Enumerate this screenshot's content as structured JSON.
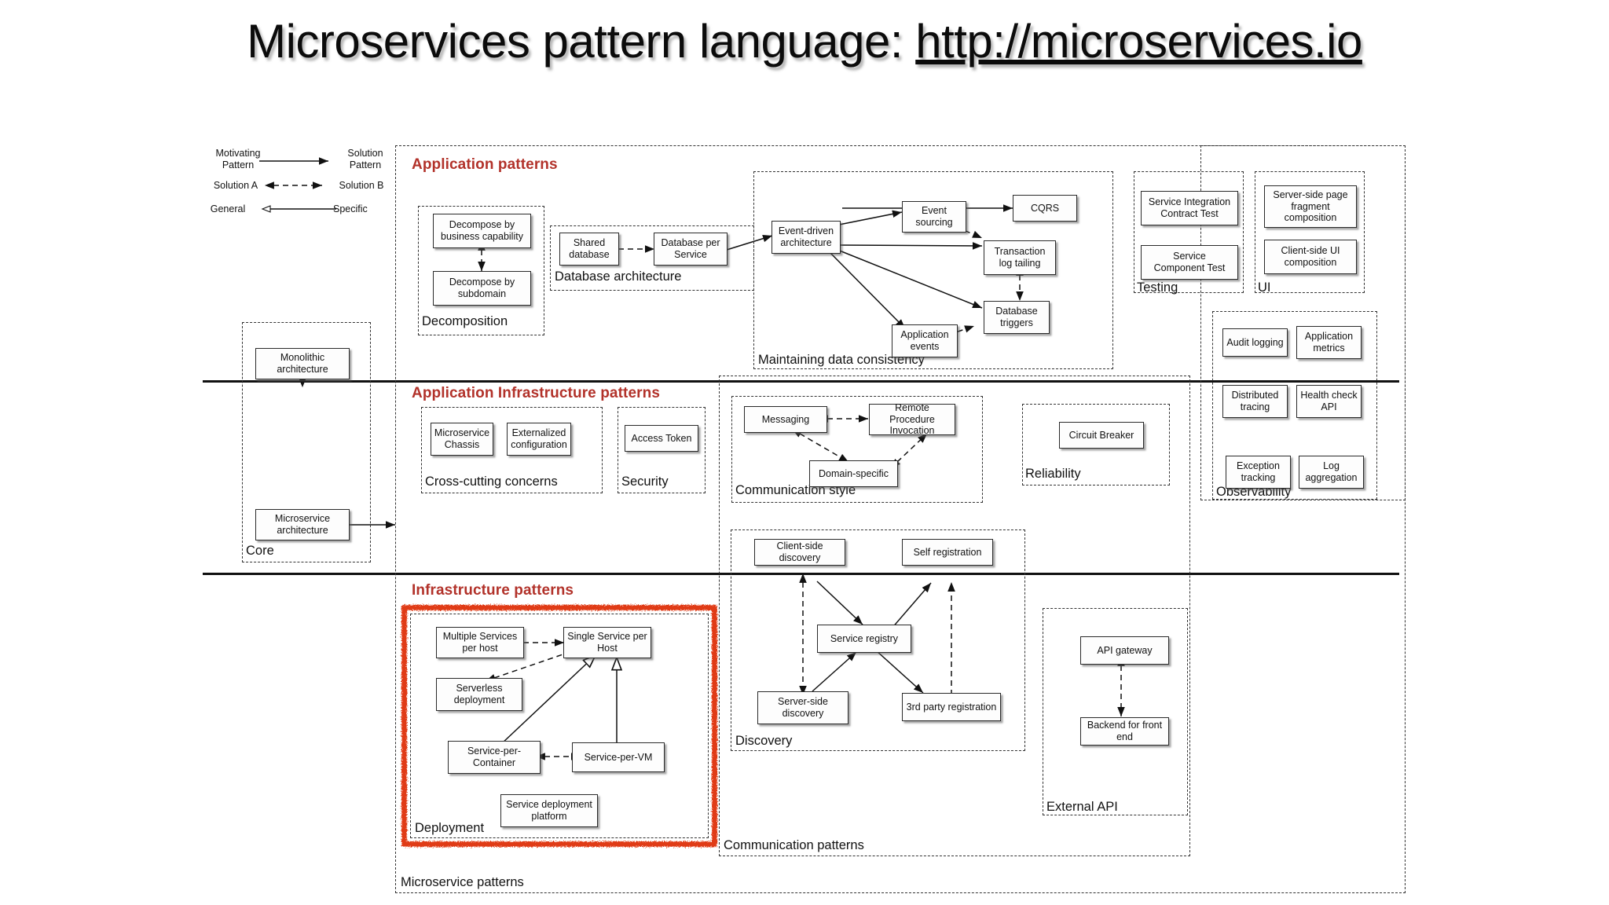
{
  "title": {
    "text": "Microservices pattern language: ",
    "url": "http://microservices.io"
  },
  "legend": {
    "rows": [
      {
        "left": "Motivating\nPattern",
        "right": "Solution\nPattern",
        "arrow": "solid-arrow"
      },
      {
        "left": "Solution A",
        "right": "Solution B",
        "arrow": "dashed-bidirectional"
      },
      {
        "left": "General",
        "right": "Specific",
        "arrow": "hollow-triangle-generalization"
      }
    ],
    "items": [
      {
        "from": "Motivating Pattern",
        "to": "Solution Pattern"
      },
      {
        "from": "Solution A",
        "to": "Solution B"
      },
      {
        "from": "General",
        "to": "Specific"
      }
    ]
  },
  "sections": [
    {
      "id": "application-patterns",
      "label": "Application patterns",
      "color": "#b2322a"
    },
    {
      "id": "application-infrastructure-patterns",
      "label": "Application Infrastructure patterns",
      "color": "#b2322a"
    },
    {
      "id": "infrastructure-patterns",
      "label": "Infrastructure patterns",
      "color": "#b2322a"
    }
  ],
  "outer_groups": [
    {
      "id": "microservice-patterns",
      "label": "Microservice patterns"
    },
    {
      "id": "communication-patterns",
      "label": "Communication patterns"
    }
  ],
  "groups": {
    "core": {
      "label": "Core",
      "nodes": [
        "Monolithic architecture",
        "Microservice architecture"
      ]
    },
    "decomposition": {
      "label": "Decomposition",
      "nodes": [
        "Decompose by business capability",
        "Decompose by subdomain"
      ]
    },
    "database_architecture": {
      "label": "Database architecture",
      "nodes": [
        "Shared database",
        "Database per Service"
      ]
    },
    "maintaining_data_consistency": {
      "label": "Maintaining data consistency",
      "nodes": [
        "Event-driven architecture",
        "Event sourcing",
        "CQRS",
        "Transaction log tailing",
        "Database triggers",
        "Application events"
      ]
    },
    "testing": {
      "label": "Testing",
      "nodes": [
        "Service Integration Contract Test",
        "Service Component Test"
      ]
    },
    "ui": {
      "label": "UI",
      "nodes": [
        "Server-side page fragment composition",
        "Client-side  UI composition"
      ]
    },
    "observability": {
      "label": "Observability",
      "nodes": [
        "Audit logging",
        "Application metrics",
        "Distributed tracing",
        "Health check API",
        "Exception tracking",
        "Log aggregation"
      ]
    },
    "cross_cutting_concerns": {
      "label": "Cross-cutting concerns",
      "nodes": [
        "Microservice Chassis",
        "Externalized configuration"
      ]
    },
    "security": {
      "label": "Security",
      "nodes": [
        "Access Token"
      ]
    },
    "communication_style": {
      "label": "Communication style",
      "nodes": [
        "Messaging",
        "Remote Procedure Invocation",
        "Domain-specific"
      ]
    },
    "reliability": {
      "label": "Reliability",
      "nodes": [
        "Circuit Breaker"
      ]
    },
    "deployment": {
      "label": "Deployment",
      "highlighted": true,
      "highlight_color": "#e03a18",
      "nodes": [
        "Multiple Services per host",
        "Single Service per Host",
        "Serverless deployment",
        "Service-per-Container",
        "Service-per-VM",
        "Service deployment platform"
      ]
    },
    "discovery": {
      "label": "Discovery",
      "nodes": [
        "Client-side discovery",
        "Self registration",
        "Service registry",
        "Server-side discovery",
        "3rd party registration"
      ]
    },
    "external_api": {
      "label": "External API",
      "nodes": [
        "API gateway",
        "Backend for front end"
      ]
    }
  },
  "nodes": {
    "monolithic_architecture": "Monolithic\narchitecture",
    "microservice_architecture": "Microservice\narchitecture",
    "decompose_business_capability": "Decompose by\nbusiness capability",
    "decompose_subdomain": "Decompose by\nsubdomain",
    "shared_database": "Shared\ndatabase",
    "database_per_service": "Database per\nService",
    "event_driven_architecture": "Event-driven\narchitecture",
    "event_sourcing": "Event\nsourcing",
    "cqrs": "CQRS",
    "transaction_log_tailing": "Transaction\nlog tailing",
    "database_triggers": "Database\ntriggers",
    "application_events": "Application\nevents",
    "service_integration_contract_test": "Service Integration\nContract Test",
    "service_component_test": "Service\nComponent Test",
    "server_side_page_fragment_composition": "Server-side page\nfragment\ncomposition",
    "client_side_ui_composition": "Client-side  UI\ncomposition",
    "audit_logging": "Audit logging",
    "application_metrics": "Application\nmetrics",
    "distributed_tracing": "Distributed\ntracing",
    "health_check_api": "Health check\nAPI",
    "exception_tracking": "Exception\ntracking",
    "log_aggregation": "Log\naggregation",
    "microservice_chassis": "Microservice\nChassis",
    "externalized_configuration": "Externalized\nconfiguration",
    "access_token": "Access Token",
    "messaging": "Messaging",
    "remote_procedure_invocation": "Remote Procedure\nInvocation",
    "domain_specific": "Domain-specific",
    "circuit_breaker": "Circuit Breaker",
    "multiple_services_per_host": "Multiple Services\nper host",
    "single_service_per_host": "Single Service per\nHost",
    "serverless_deployment": "Serverless\ndeployment",
    "service_per_container": "Service-per-\nContainer",
    "service_per_vm": "Service-per-VM",
    "service_deployment_platform": "Service deployment\nplatform",
    "client_side_discovery": "Client-side discovery",
    "self_registration": "Self registration",
    "service_registry": "Service registry",
    "server_side_discovery": "Server-side\ndiscovery",
    "third_party_registration": "3rd party registration",
    "api_gateway": "API gateway",
    "backend_for_front_end": "Backend for front end"
  }
}
